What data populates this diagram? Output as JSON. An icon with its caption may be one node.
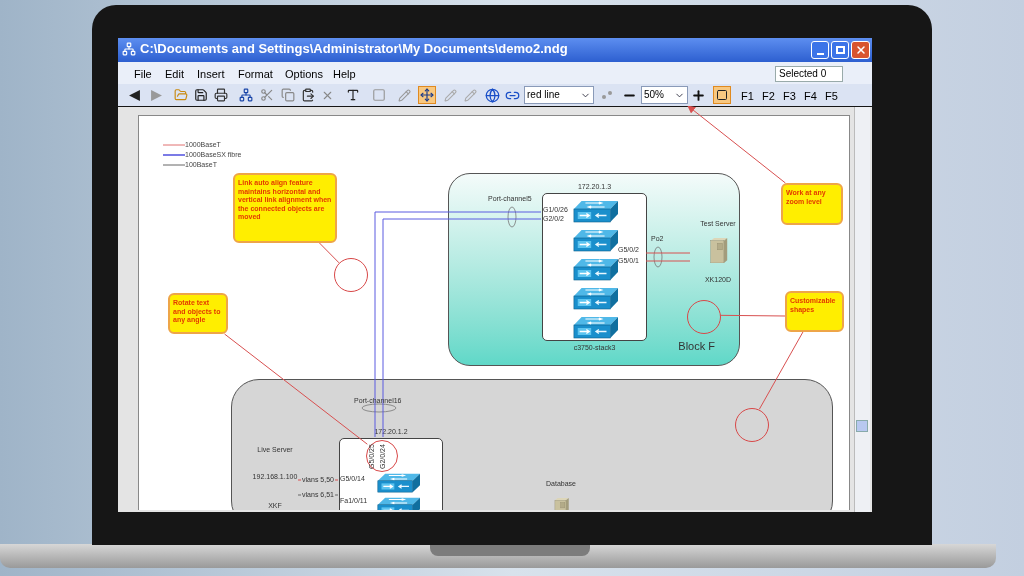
{
  "diagram": {
    "nodes": [
      {
        "text": [
          "Link auto align feature maintains horizontal and vertical link alignment when the connected objects are moved"
        ]
      },
      {
        "text": [
          "Block F"
        ]
      },
      {
        "text": [
          "172.20.1.3",
          "c3750-stack3"
        ],
        "in": 1
      },
      {
        "text": [],
        "shape": "picture",
        "in": 2
      },
      {
        "text": [],
        "shape": "picture",
        "in": 2
      },
      {
        "text": [],
        "shape": "picture",
        "in": 2
      },
      {
        "text": [],
        "shape": "picture",
        "in": 2
      },
      {
        "text": [],
        "shape": "picture",
        "in": 2
      },
      {
        "text": [
          "Test Server",
          "XK120D"
        ],
        "in": 1
      },
      {
        "text": [
          "Work at any zoom level"
        ]
      },
      {
        "text": [],
        "shape": "circle"
      },
      {
        "text": [
          "Rotate text and objects to any angle"
        ]
      },
      {
        "text": [
          "Customizable shapes"
        ]
      },
      {
        "text": [],
        "shape": "circle",
        "in": 1
      },
      {
        "text": [],
        "shape": "box"
      },
      {
        "text": [],
        "shape": "circle",
        "in": 14
      },
      {
        "text": [
          "Live Server",
          "192.168.1.100",
          "XKF"
        ],
        "in": 14
      },
      {
        "text": [
          "172.20.1.2"
        ],
        "in": 14
      },
      {
        "text": [],
        "shape": "circle",
        "in": 17
      },
      {
        "text": [],
        "shape": "picture",
        "in": 17
      },
      {
        "text": [],
        "shape": "picture",
        "in": 17
      },
      {
        "text": [
          "Database"
        ],
        "in": 14
      },
      {
        "text": [],
        "shape": "bar"
      }
    ],
    "edges": [
      {
        "from": 0,
        "to": 10,
        "arrow": "none"
      },
      {
        "from": 9,
        "to": 22,
        "arrow": "to"
      },
      {
        "from": 11,
        "to": 18,
        "arrow": "none"
      },
      {
        "from": 12,
        "to": 13,
        "arrow": "none"
      },
      {
        "from": 12,
        "to": 15,
        "arrow": "none"
      },
      {
        "from": 17,
        "to": 2,
        "arrow": "none",
        "color": "#5a5ae0"
      },
      {
        "from": 17,
        "to": 2,
        "arrow": "none",
        "color": "#5a5ae0"
      },
      {
        "from": 2,
        "to": 8,
        "arrow": "none"
      },
      {
        "from": 2,
        "to": 8,
        "arrow": "none"
      },
      {
        "from": 16,
        "to": 17,
        "arrow": "none",
        "label": "vlans 5,50"
      },
      {
        "from": 16,
        "to": 17,
        "arrow": "none",
        "label": "vlans 6,51",
        "color": "#666666"
      }
    ],
    "labels": [
      "C:\\Documents and Settings\\Administrator\\My Documents\\demo2.ndg",
      "File",
      "Edit",
      "Insert",
      "Format",
      "Options",
      "Help",
      "Selected 0",
      "red line",
      "50%",
      "F1",
      "F2",
      "F3",
      "F4",
      "F5",
      "Port-channel5",
      "G1/0/26",
      "G2/0/2",
      "Po2",
      "G5/0/2",
      "G5/0/1",
      "Port-channel16",
      "G5/0/25",
      "G2/0/24",
      "G5/0/14",
      "Fa1/0/11"
    ],
    "legend": [
      {
        "text": "1000BaseT"
      },
      {
        "text": "1000BaseSX fibre"
      },
      {
        "text": "100BaseT"
      }
    ]
  }
}
